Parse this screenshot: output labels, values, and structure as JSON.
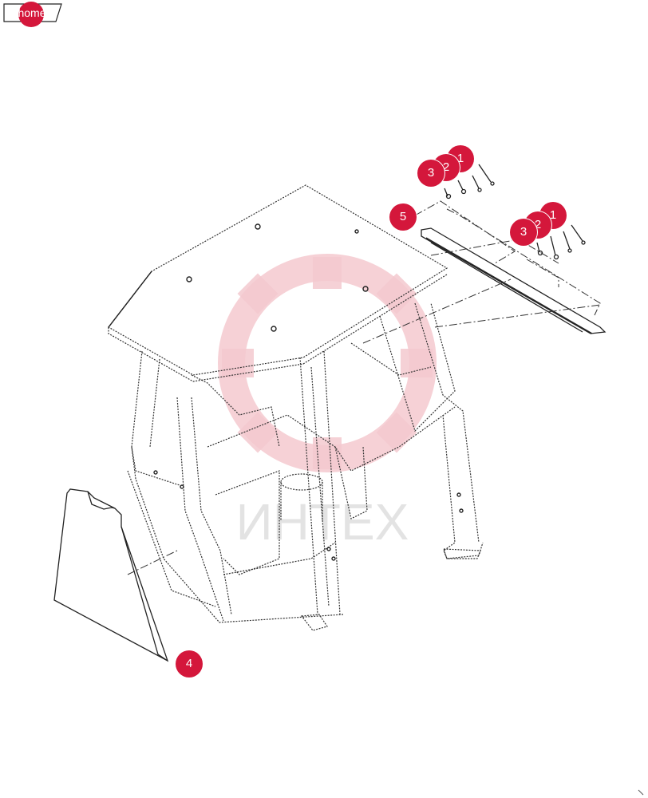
{
  "nav": {
    "home_label": "home"
  },
  "watermark": {
    "text": "ИНТЕХ"
  },
  "callouts": [
    {
      "label": "1"
    },
    {
      "label": "2"
    },
    {
      "label": "3"
    },
    {
      "label": "1"
    },
    {
      "label": "2"
    },
    {
      "label": "3"
    },
    {
      "label": "5"
    },
    {
      "label": "4"
    }
  ],
  "colors": {
    "callout": "#d4173b",
    "watermark": "#f4c9cf",
    "lines": "#333333"
  }
}
